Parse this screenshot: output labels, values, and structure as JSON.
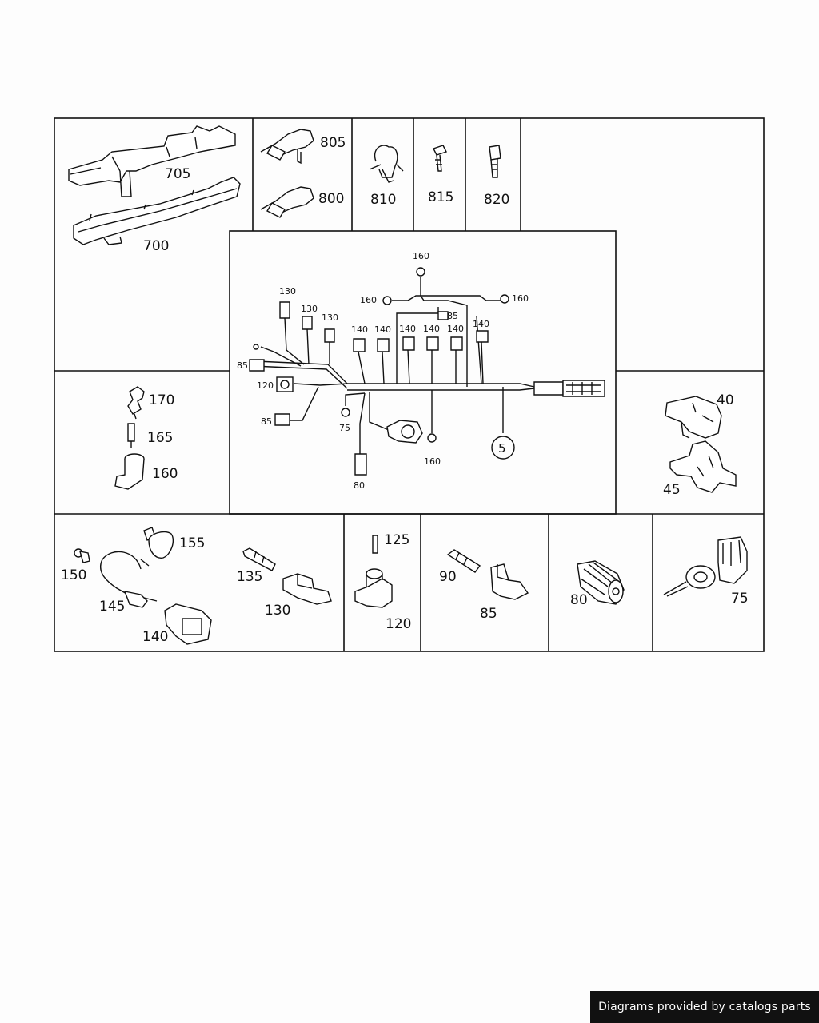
{
  "callouts": {
    "c705": "705",
    "c700": "700",
    "c805": "805",
    "c800": "800",
    "c810": "810",
    "c815": "815",
    "c820": "820",
    "c170": "170",
    "c165": "165",
    "c160": "160",
    "c40": "40",
    "c45": "45",
    "c155": "155",
    "c150": "150",
    "c145": "145",
    "c140": "140",
    "c135": "135",
    "c130": "130",
    "c125": "125",
    "c120": "120",
    "c90": "90",
    "c85": "85",
    "c80": "80",
    "c75": "75"
  },
  "harness": {
    "l160a": "160",
    "l160b": "160",
    "l160c": "160",
    "l85a": "85",
    "l130a": "130",
    "l130b": "130",
    "l130c": "130",
    "l140a": "140",
    "l140b": "140",
    "l140c": "140",
    "l140d": "140",
    "l140e": "140",
    "l140f": "140",
    "l85b": "85",
    "l120": "120",
    "l85c": "85",
    "l75": "75",
    "l80": "80",
    "l160d": "160",
    "l5": "5"
  },
  "footer": {
    "text": "Diagrams provided by catalogs parts"
  },
  "colors": {
    "line": "#111111",
    "background": "#fdfdfd",
    "footer_bg": "#111111",
    "footer_text": "#ffffff"
  }
}
